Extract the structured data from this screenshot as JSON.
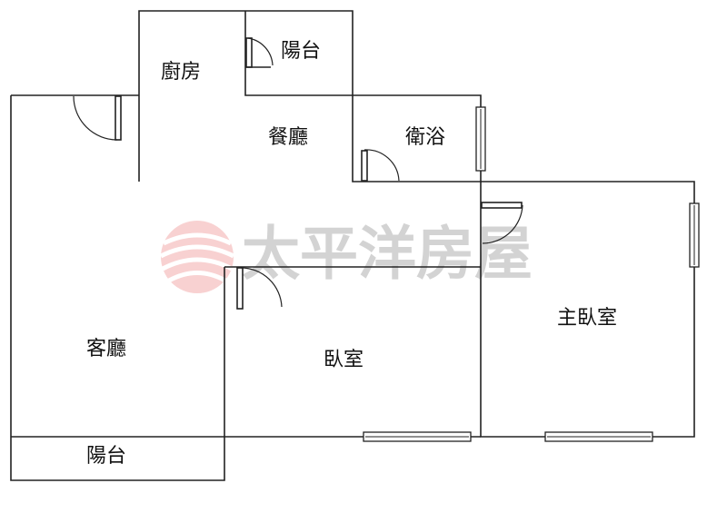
{
  "rooms": {
    "kitchen": "廚房",
    "balcony_top": "陽台",
    "dining": "餐廳",
    "bathroom": "衛浴",
    "living": "客廳",
    "bedroom": "臥室",
    "master_bedroom": "主臥室",
    "balcony_bottom": "陽台"
  },
  "watermark": {
    "text": "太平洋房屋",
    "logo_colors": [
      "#e57373",
      "#f4a6a6",
      "#f8c9c9"
    ]
  }
}
